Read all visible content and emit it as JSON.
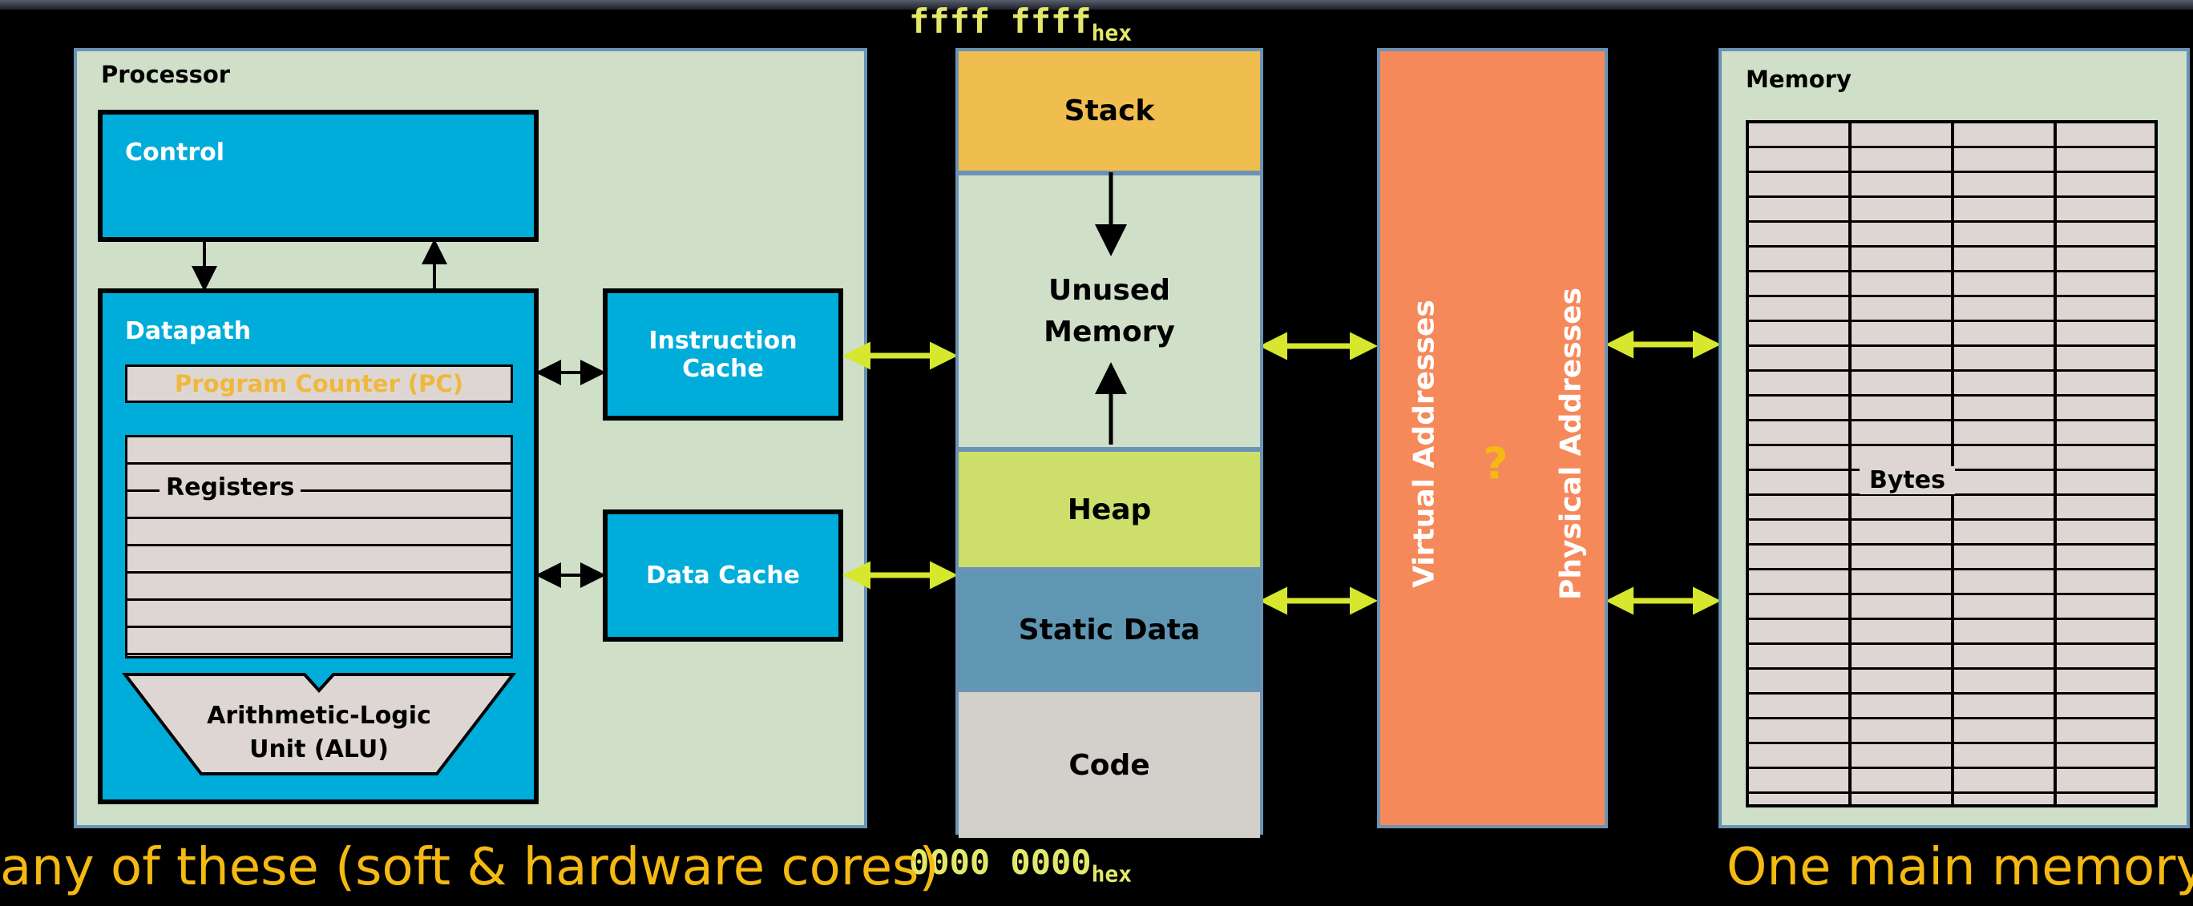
{
  "processor": {
    "title": "Processor",
    "control": "Control",
    "datapath": "Datapath",
    "pc": "Program Counter (PC)",
    "registers": "Registers",
    "alu_line1": "Arithmetic-Logic",
    "alu_line2": "Unit (ALU)",
    "instruction_cache": "Instruction Cache",
    "data_cache": "Data Cache"
  },
  "address_space": {
    "top_address": "ffff ffff",
    "top_subscript": "hex",
    "bottom_address": "0000 0000",
    "bottom_subscript": "hex",
    "segments": [
      "Stack",
      "Unused Memory",
      "Heap",
      "Static Data",
      "Code"
    ]
  },
  "translation": {
    "virtual": "Virtual Addresses",
    "physical": "Physical Addresses",
    "unknown": "?"
  },
  "memory": {
    "title": "Memory",
    "bytes": "Bytes"
  },
  "captions": {
    "left": "any of these (soft & hardware cores)",
    "right": "One main memory"
  },
  "colors": {
    "panel": "#cfdfc8",
    "accent_blue": "#00acd9",
    "stack": "#f0bd4f",
    "unused": "#cfdfc8",
    "heap": "#cdde6b",
    "static": "#5f97b2",
    "code": "#d3cfcb",
    "translation": "#f5895a",
    "arrow_yellow": "#d6e72d",
    "caption_yellow": "#f4b912"
  }
}
